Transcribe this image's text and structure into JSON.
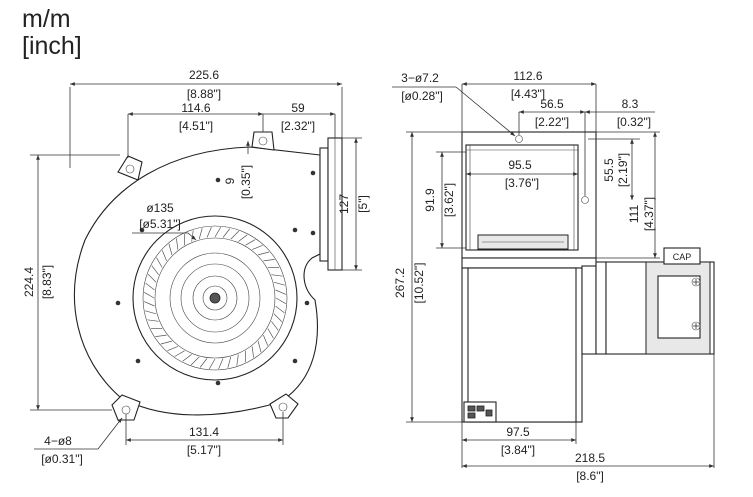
{
  "units": {
    "metric": "m/m",
    "imperial": "[inch]"
  },
  "front_view": {
    "overall_width": {
      "mm": "225.6",
      "inch": "[8.88\"]"
    },
    "hole_offset": {
      "mm": "114.6",
      "inch": "[4.51\"]"
    },
    "outlet_offset": {
      "mm": "59",
      "inch": "[2.32\"]"
    },
    "small_offset": {
      "mm": "9",
      "inch": "[0.35\"]"
    },
    "outlet_height": {
      "mm": "127",
      "inch": "[5\"]"
    },
    "wheel_diameter": {
      "mm": "ø135",
      "inch": "[ø5.31\"]"
    },
    "overall_height": {
      "mm": "224.4",
      "inch": "[8.83\"]"
    },
    "bottom_holes": {
      "mm": "131.4",
      "inch": "[5.17\"]"
    },
    "mount_holes": {
      "mm": "4−ø8",
      "inch": "[ø0.31\"]"
    }
  },
  "side_view": {
    "flange_holes": {
      "mm": "3−ø7.2",
      "inch": "[ø0.28\"]"
    },
    "flange_width": {
      "mm": "112.6",
      "inch": "[4.43\"]"
    },
    "hole_span": {
      "mm": "56.5",
      "inch": "[2.22\"]"
    },
    "edge_offset": {
      "mm": "8.3",
      "inch": "[0.32\"]"
    },
    "outlet_width": {
      "mm": "95.5",
      "inch": "[3.76\"]"
    },
    "outlet_height": {
      "mm": "91.9",
      "inch": "[3.62\"]"
    },
    "hole_vertical": {
      "mm": "55.5",
      "inch": "[2.19\"]"
    },
    "flange_height": {
      "mm": "111",
      "inch": "[4.37\"]"
    },
    "overall_height": {
      "mm": "267.2",
      "inch": "[10.52\"]"
    },
    "housing_depth": {
      "mm": "97.5",
      "inch": "[3.84\"]"
    },
    "overall_depth": {
      "mm": "218.5",
      "inch": "[8.6\"]"
    },
    "capacitor_label": "CAP"
  }
}
